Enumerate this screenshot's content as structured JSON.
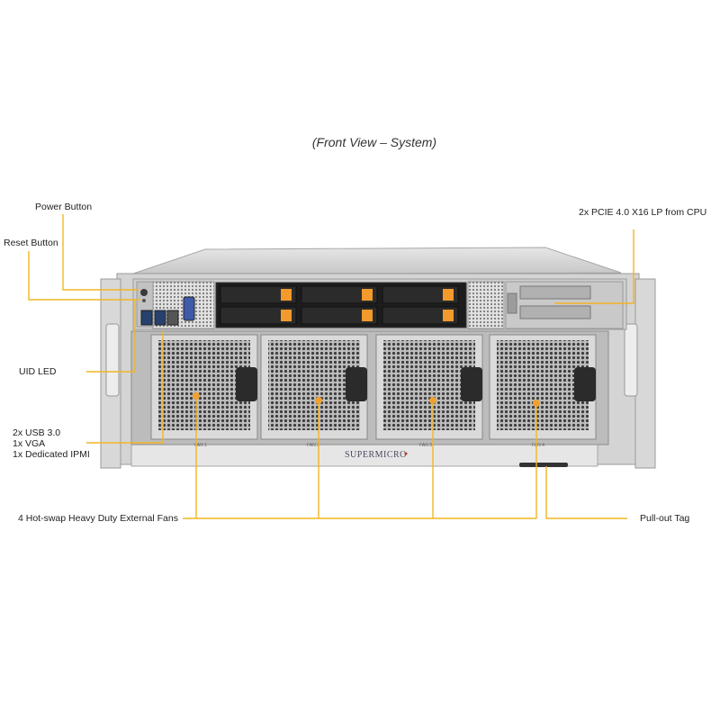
{
  "caption": "(Front View – System)",
  "labels": {
    "power_button": "Power Button",
    "reset_button": "Reset Button",
    "uid_led": "UID LED",
    "io_line1": "2x USB 3.0",
    "io_line2": "1x VGA",
    "io_line3": "1x Dedicated IPMI",
    "fans": "4 Hot-swap Heavy Duty External Fans",
    "pullout_tag": "Pull-out Tag",
    "pcie": "2x PCIE 4.0 X16 LP from CPU"
  },
  "chassis": {
    "fan_labels": [
      "FAN 1",
      "FAN 2",
      "FAN 3",
      "FAN 4"
    ],
    "brand": "SUPERMICRO"
  },
  "colors": {
    "callout": "#f2b623",
    "fan_dot": "#f0a030",
    "drive_latch": "#f29a2b",
    "chassis": "#d4d4d4"
  }
}
